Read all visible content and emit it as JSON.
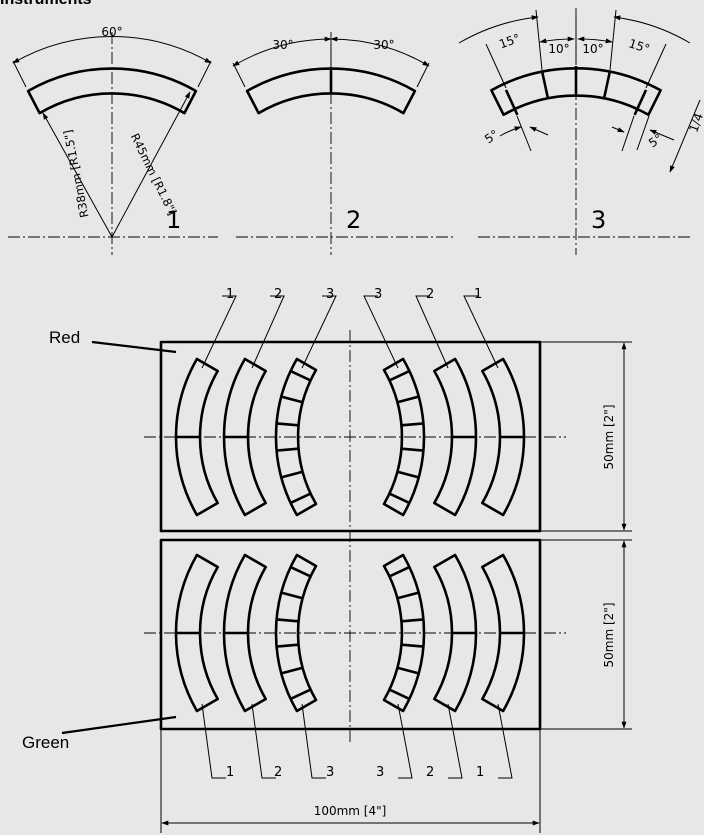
{
  "header": {
    "title": "Instruments"
  },
  "labels": {
    "red": "Red",
    "green": "Green"
  },
  "detail_views": {
    "one": {
      "number": "1",
      "angle_label": "60°",
      "inner_radius_label": "R38mm [R1.5\"]",
      "outer_radius_label": "R45mm [R1.8\"]"
    },
    "two": {
      "number": "2",
      "left_angle_label": "30°",
      "right_angle_label": "30°"
    },
    "three": {
      "number": "3",
      "outer_left_label": "15°",
      "inner_left_label": "10°",
      "inner_right_label": "10°",
      "outer_right_label": "15°",
      "end_left_label": "5°",
      "end_right_label": "5°",
      "cut_edge_label": "1/4"
    }
  },
  "layout": {
    "callouts_top": [
      "1",
      "2",
      "3",
      "3",
      "2",
      "1"
    ],
    "callouts_bottom": [
      "1",
      "2",
      "3",
      "3",
      "2",
      "1"
    ],
    "panel_height_top_label": "50mm [2\"]",
    "panel_height_bottom_label": "50mm [2\"]",
    "width_label": "100mm [4\"]"
  },
  "colors": {
    "background": "#e6e7e8",
    "lines": "#000000"
  }
}
